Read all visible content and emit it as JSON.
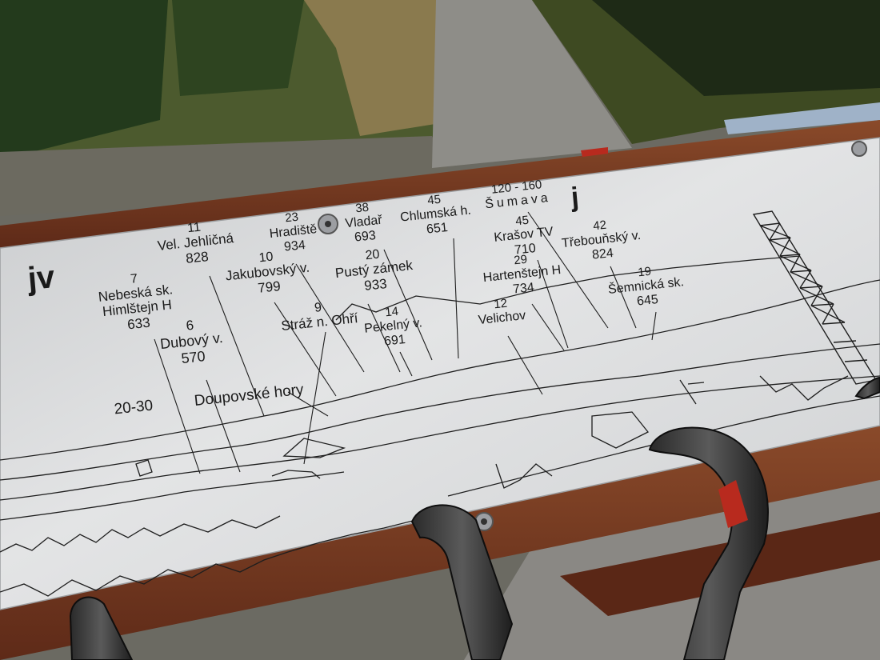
{
  "plate": {
    "direction_left": "jv",
    "direction_right": "j",
    "peaks": [
      {
        "id": "vel-jehlicna",
        "num": "11",
        "name": "Vel. Jehličná",
        "alt": "828"
      },
      {
        "id": "hradiste",
        "num": "23",
        "name": "Hradiště",
        "alt": "934"
      },
      {
        "id": "vladar",
        "num": "38",
        "name": "Vladař",
        "alt": "693"
      },
      {
        "id": "chlumska-h",
        "num": "45",
        "name": "Chlumská h.",
        "alt": "651"
      },
      {
        "id": "sumava",
        "num": "120 - 160",
        "name": "Šumava",
        "alt": ""
      },
      {
        "id": "nebeska-sk",
        "num": "7",
        "name": "Nebeská sk.",
        "name2": "Himlštejn H",
        "alt": "633"
      },
      {
        "id": "jakubovsky-v",
        "num": "10",
        "name": "Jakubovský v.",
        "alt": "799"
      },
      {
        "id": "pusty-zamek",
        "num": "20",
        "name": "Pustý zámek",
        "alt": "933"
      },
      {
        "id": "krasov",
        "num": "45",
        "name": "Krašov TV",
        "alt": "710"
      },
      {
        "id": "trebounsky-v",
        "num": "42",
        "name": "Třebouňský v.",
        "alt": "824"
      },
      {
        "id": "hartenstejn",
        "num": "29",
        "name": "Hartenštejn H",
        "alt": "734"
      },
      {
        "id": "semnicka-sk",
        "num": "19",
        "name": "Šemnická sk.",
        "alt": "645"
      },
      {
        "id": "dubovy-v",
        "num": "6",
        "name": "Dubový v.",
        "alt": "570"
      },
      {
        "id": "straz-n-ohri",
        "num": "9",
        "name": "Stráž n. Ohří",
        "alt": ""
      },
      {
        "id": "pekelny-v",
        "num": "14",
        "name": "Pekelný v.",
        "alt": "691"
      },
      {
        "id": "velichov",
        "num": "12",
        "name": "Velichov",
        "alt": ""
      },
      {
        "id": "doupovske-hory",
        "num": "20-30",
        "name": "Doupovské hory",
        "alt": ""
      }
    ]
  },
  "colors": {
    "plate": "#d6d8da",
    "wood": "#7a3a22",
    "road": "#8d8c86",
    "grass": "#4a5a2a"
  }
}
